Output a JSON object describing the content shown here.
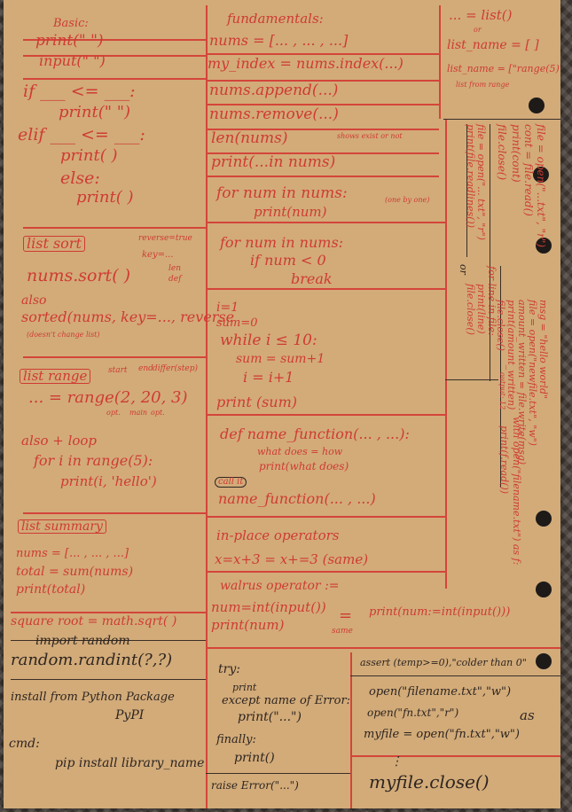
{
  "notes": {
    "basic": {
      "heading": "Basic:",
      "print": "print(\" \")",
      "input": "input(\" \")",
      "if": "if ___ <= ___:",
      "print1": "print(\"    \")",
      "elif": "elif ___ <= ___:",
      "print2": "print(    )",
      "else": "else:",
      "print3": "print(    )"
    },
    "fundamentals": {
      "heading": "fundamentals:",
      "nums": "nums = [... , ... , ...]",
      "index": "my_index = nums.index(...)",
      "append": "nums.append(...)",
      "remove": "nums.remove(...)",
      "len": "len(nums)",
      "len_note": "shows exist or not",
      "in": "print(...in nums)",
      "for": "for num in nums:",
      "for_print": "print(num)",
      "for_note": "(one by one)",
      "for2": "for num in nums:",
      "if2": "if num < 0",
      "break": "break"
    },
    "list_create": {
      "line1": "... = list()",
      "or": "or",
      "line2": "list_name = [ ]",
      "line3": "list_name = [\"range(5)\"]",
      "note": "list from range"
    },
    "list_sort": {
      "title": "list sort",
      "reverse": "reverse=true",
      "key": "key=...",
      "len": "len",
      "def": "def",
      "sort": "nums.sort( )",
      "also": "also",
      "sorted": "sorted(nums, key=..., reverse",
      "sorted_note": "(doesn't change list)"
    },
    "list_range": {
      "title": "list range",
      "start": "start",
      "end": "end",
      "diff": "differ(step)",
      "range": "... = range(2, 20, 3)",
      "opt1": "opt.",
      "main": "main",
      "opt2": "opt.",
      "also": "also + loop",
      "loop": "for i in range(5):",
      "loop_print": "print(i, 'hello')"
    },
    "list_summary": {
      "title": "list summary",
      "nums": "nums = [... , ... , ...]",
      "total": "total = sum(nums)",
      "print": "print(total)"
    },
    "square": "square root = math.sqrt( )",
    "import": "import random",
    "randint": "random.randint(?,?)",
    "install": {
      "line1": "install from Python Package",
      "line2": "PyPI",
      "cmd": "cmd:",
      "pip": "pip install library_name"
    },
    "while": {
      "i": "i=1",
      "sum": "sum=0",
      "while": "while i ≤ 10:",
      "sum2": "sum = sum+1",
      "i2": "i = i+1",
      "print": "print (sum)"
    },
    "func": {
      "def": "def name_function(... , ...):",
      "what": "what does = how",
      "print": "print(what does)",
      "call": "call it",
      "name": "name_function(... , ...)"
    },
    "inplace": {
      "title": "in-place operators",
      "line": "x=x+3  =  x+=3  (same)",
      "walrus": "walrus operator :=",
      "num": "num=int(input())",
      "print": "print(num)",
      "eq": "=",
      "same": "same",
      "right": "print(num:=int(input()))"
    },
    "try": {
      "try": "try:",
      "print": "print",
      "except": "except name of Error:",
      "print2": "print(\"...\")",
      "finally": "finally:",
      "print3": "print()",
      "raise": "raise Error(\"...\")"
    },
    "assert": {
      "assert": "assert (temp>=0),\"colder than 0\"",
      "open1": "open(\"filename.txt\",\"w\")",
      "open2": "open(\"fn.txt\",\"r\")",
      "as": "as",
      "myfile": "myfile = open(\"fn.txt\",\"w\")",
      "close": "myfile.close()",
      "dots": "⋮"
    },
    "file": {
      "read1": "file = open(\"...txt\", \"r\")",
      "read2": "cont = file.read()",
      "read3": "print(cont)",
      "read4": "file.close()",
      "lines1": "file = open(\"... txt\", \"r\")",
      "lines2": "print(file.readlines())",
      "or": "or",
      "loop1": "for line in file:",
      "loop2": "print(line)",
      "loop3": "file.close()",
      "w1": "msg = \"hello world\"",
      "w2": "file = open(\"newfile.txt\", \"w\")",
      "w3": "amount_written = file.write(msg)",
      "w4": "print(amount_written)",
      "w5": "file.close()",
      "w6": "output: 12",
      "with1": "with open(\"filename.txt\") as f:",
      "with2": "print(f.read())"
    }
  }
}
